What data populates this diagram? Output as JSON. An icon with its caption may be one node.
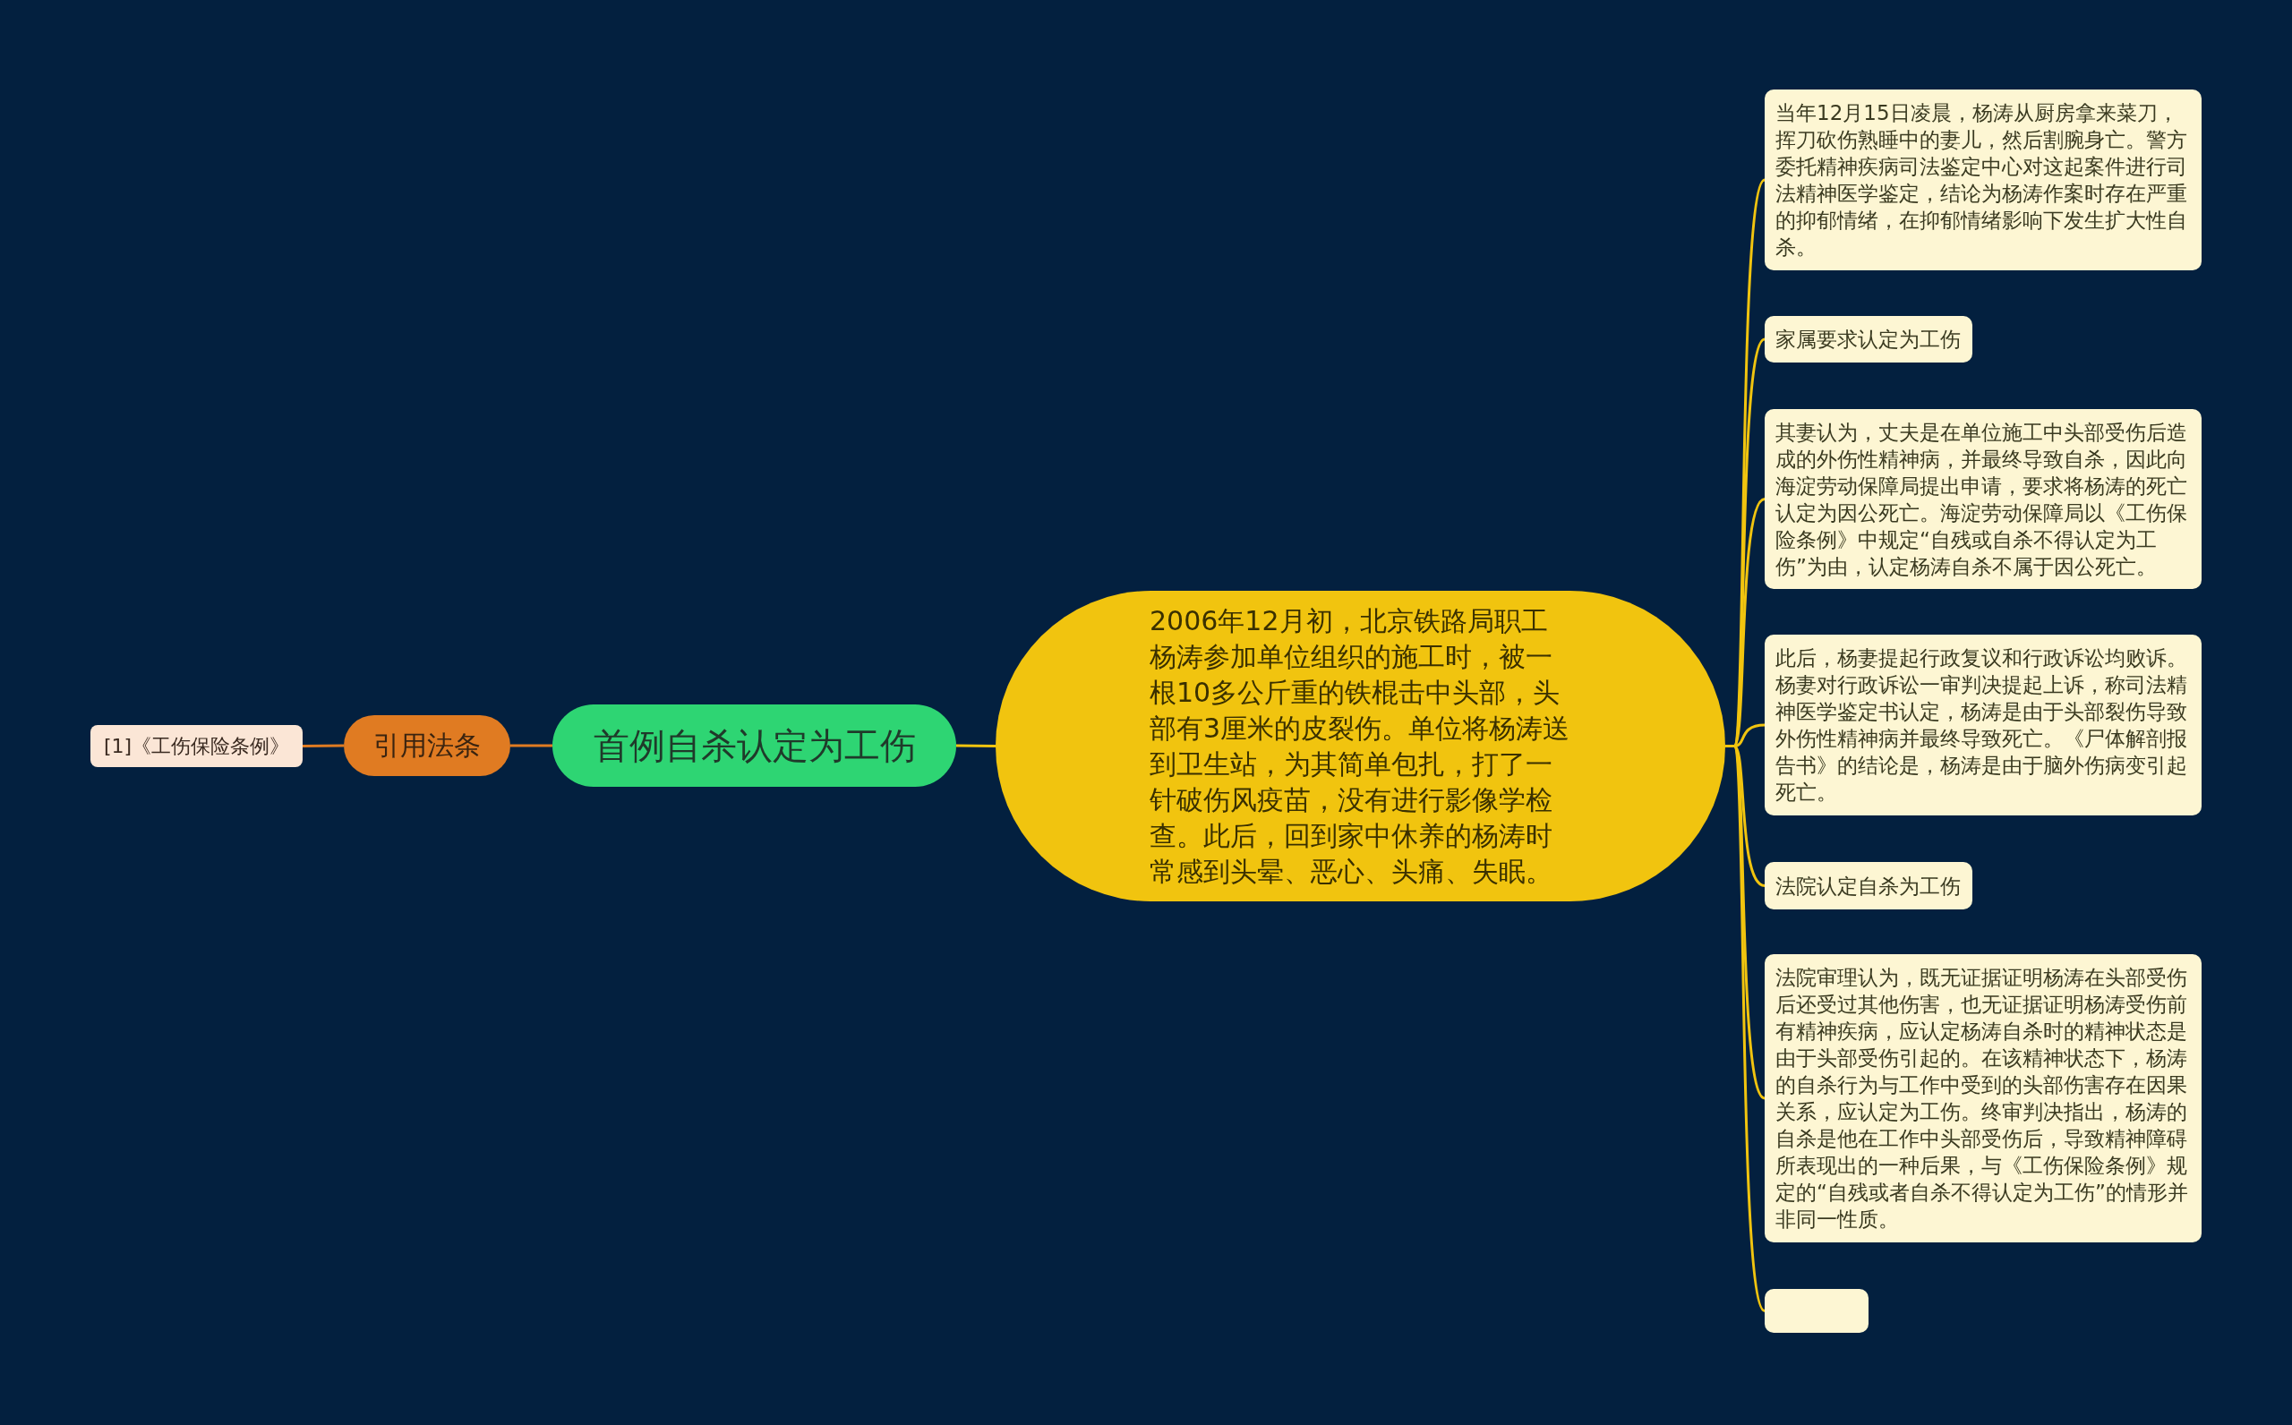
{
  "diagram": {
    "nodes": [
      {
        "text": [
          "首例自杀认定为工伤"
        ]
      },
      {
        "text": [
          "引用法条"
        ]
      },
      {
        "text": [
          "[1]《工伤保险条例》"
        ]
      },
      {
        "text": [
          "2006年12月初，北京铁路局职工杨涛参加单位组织的施工时，被一根10多公斤重的铁棍击中头部，头部有3厘米的皮裂伤。单位将杨涛送到卫生站，为其简单包扎，打了一针破伤风疫苗，没有进行影像学检查。此后，回到家中休养的杨涛时常感到头晕、恶心、头痛、失眠。"
        ]
      },
      {
        "text": [
          "当年12月15日凌晨，杨涛从厨房拿来菜刀，挥刀砍伤熟睡中的妻儿，然后割腕身亡。警方委托精神疾病司法鉴定中心对这起案件进行司法精神医学鉴定，结论为杨涛作案时存在严重的抑郁情绪，在抑郁情绪影响下发生扩大性自杀。"
        ]
      },
      {
        "text": [
          "家属要求认定为工伤"
        ]
      },
      {
        "text": [
          "其妻认为，丈夫是在单位施工中头部受伤后造成的外伤性精神病，并最终导致自杀，因此向海淀劳动保障局提出申请，要求将杨涛的死亡认定为因公死亡。海淀劳动保障局以《工伤保险条例》中规定“自残或自杀不得认定为工伤”为由，认定杨涛自杀不属于因公死亡。"
        ]
      },
      {
        "text": [
          "此后，杨妻提起行政复议和行政诉讼均败诉。杨妻对行政诉讼一审判决提起上诉，称司法精神医学鉴定书认定，杨涛是由于头部裂伤导致外伤性精神病并最终导致死亡。《尸体解剖报告书》的结论是，杨涛是由于脑外伤病变引起死亡。"
        ]
      },
      {
        "text": [
          "法院认定自杀为工伤"
        ]
      },
      {
        "text": [
          "法院审理认为，既无证据证明杨涛在头部受伤后还受过其他伤害，也无证据证明杨涛受伤前有精神疾病，应认定杨涛自杀时的精神状态是由于头部受伤引起的。在该精神状态下，杨涛的自杀行为与工作中受到的头部伤害存在因果关系，应认定为工伤。终审判决指出，杨涛的自杀是他在工作中头部受伤后，导致精神障碍所表现出的一种后果，与《工伤保险条例》规定的“自残或者自杀不得认定为工伤”的情形并非同一性质。"
        ]
      },
      {
        "text": [],
        "shape": "box"
      }
    ],
    "edges": [
      {
        "from": 0,
        "to": 1,
        "arrow": "none",
        "color": "#e07b22"
      },
      {
        "from": 1,
        "to": 2,
        "arrow": "none",
        "color": "#e07b22"
      },
      {
        "from": 0,
        "to": 3,
        "arrow": "none"
      },
      {
        "from": 3,
        "to": 4,
        "arrow": "none"
      },
      {
        "from": 3,
        "to": 5,
        "arrow": "none"
      },
      {
        "from": 3,
        "to": 6,
        "arrow": "none"
      },
      {
        "from": 3,
        "to": 7,
        "arrow": "none"
      },
      {
        "from": 3,
        "to": 8,
        "arrow": "none"
      },
      {
        "from": 3,
        "to": 9,
        "arrow": "none"
      },
      {
        "from": 3,
        "to": 10,
        "arrow": "none"
      }
    ]
  }
}
